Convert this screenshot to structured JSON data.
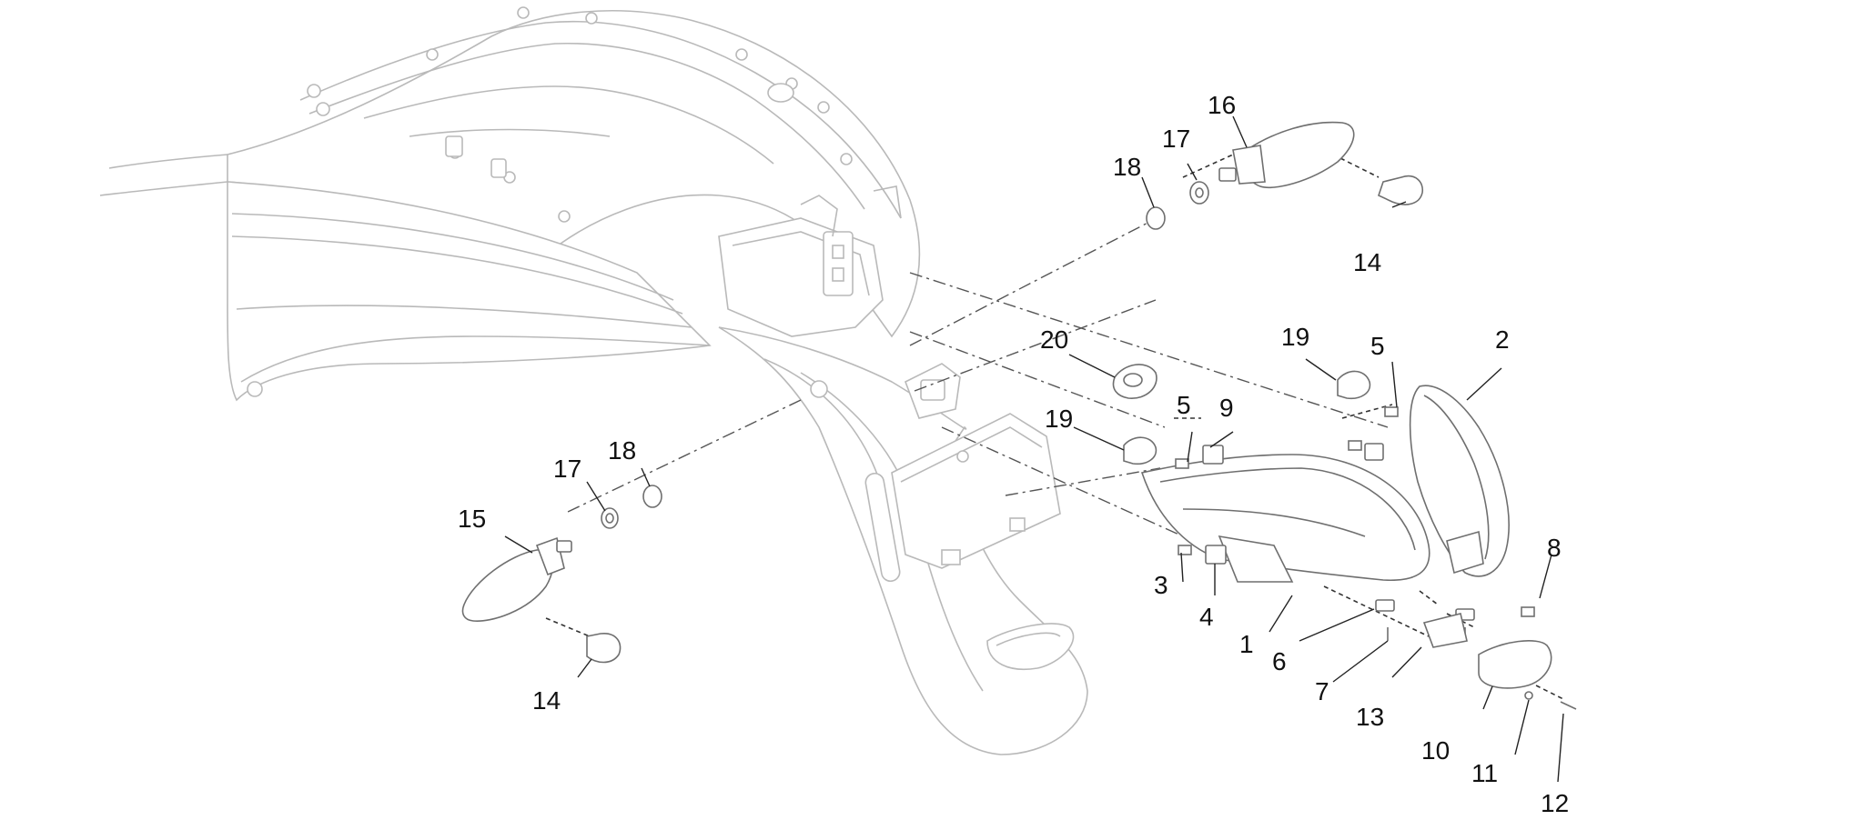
{
  "callouts": [
    {
      "id": "c1",
      "label": "1"
    },
    {
      "id": "c2",
      "label": "2"
    },
    {
      "id": "c3",
      "label": "3"
    },
    {
      "id": "c4",
      "label": "4"
    },
    {
      "id": "c5a",
      "label": "5"
    },
    {
      "id": "c5b",
      "label": "5"
    },
    {
      "id": "c6",
      "label": "6"
    },
    {
      "id": "c7",
      "label": "7"
    },
    {
      "id": "c8",
      "label": "8"
    },
    {
      "id": "c9",
      "label": "9"
    },
    {
      "id": "c10",
      "label": "10"
    },
    {
      "id": "c11",
      "label": "11"
    },
    {
      "id": "c12",
      "label": "12"
    },
    {
      "id": "c13",
      "label": "13"
    },
    {
      "id": "c14a",
      "label": "14"
    },
    {
      "id": "c14b",
      "label": "14"
    },
    {
      "id": "c15",
      "label": "15"
    },
    {
      "id": "c16",
      "label": "16"
    },
    {
      "id": "c17a",
      "label": "17"
    },
    {
      "id": "c17b",
      "label": "17"
    },
    {
      "id": "c18a",
      "label": "18"
    },
    {
      "id": "c18b",
      "label": "18"
    },
    {
      "id": "c19a",
      "label": "19"
    },
    {
      "id": "c19b",
      "label": "19"
    },
    {
      "id": "c20",
      "label": "20"
    }
  ]
}
